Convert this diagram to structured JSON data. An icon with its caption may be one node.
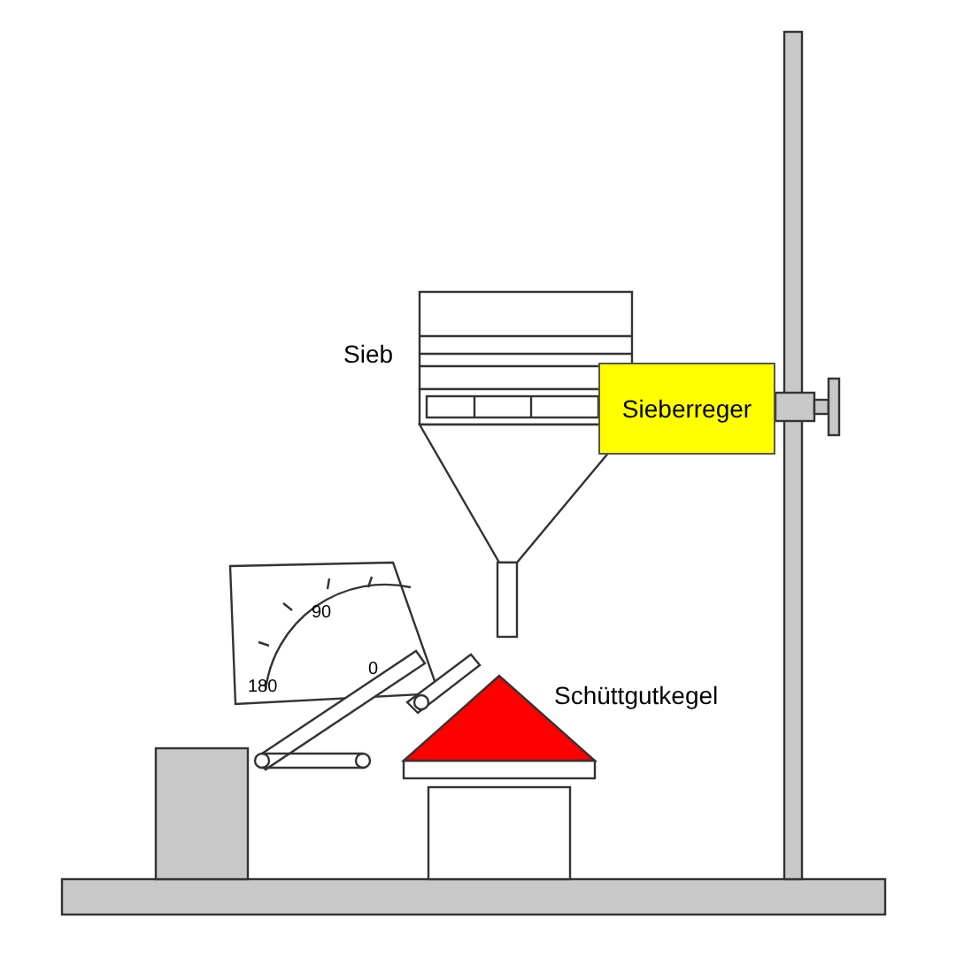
{
  "diagram": {
    "nodes": [
      {
        "text": [
          "Sieberreger"
        ]
      }
    ],
    "labels": [
      "Sieb",
      "90",
      "180",
      "0",
      "Schüttgutkegel"
    ]
  }
}
